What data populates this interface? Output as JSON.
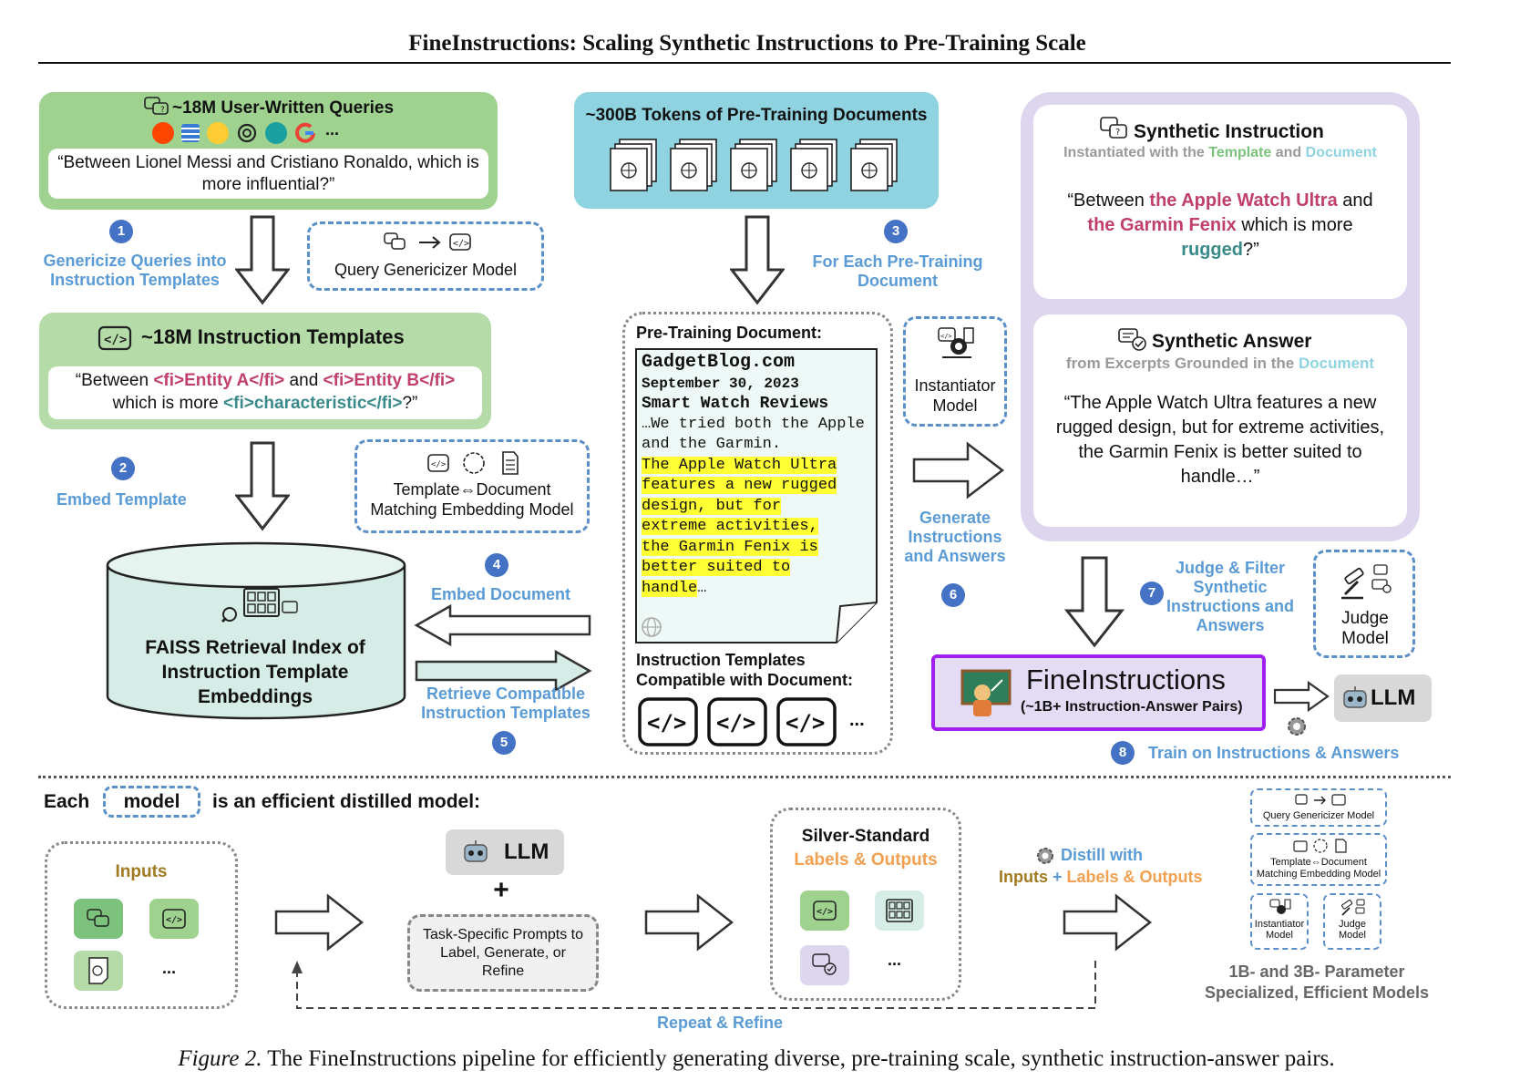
{
  "title": "FineInstructions: Scaling Synthetic Instructions to Pre-Training Scale",
  "caption": {
    "figure_label": "Figure 2.",
    "text": "The FineInstructions pipeline for efficiently generating diverse, pre-training scale, synthetic instruction-answer pairs."
  },
  "queries": {
    "heading": "~18M User-Written Queries",
    "example": "“Between Lionel Messi and Cristiano Ronaldo, which is more influential?”",
    "sources_more": "..."
  },
  "steps": {
    "s1": {
      "num": "1",
      "label": "Genericize Queries into Instruction Templates"
    },
    "s2": {
      "num": "2",
      "label": "Embed Template"
    },
    "s3": {
      "num": "3",
      "label": "For Each Pre-Training Document"
    },
    "s4": {
      "num": "4",
      "label": "Embed Document"
    },
    "s5": {
      "num": "5",
      "label": "Retrieve Compatible Instruction Templates"
    },
    "s6": {
      "num": "6",
      "label": "Generate Instructions and Answers"
    },
    "s7": {
      "num": "7",
      "label": "Judge & Filter Synthetic Instructions and Answers"
    },
    "s8": {
      "num": "8",
      "label": "Train on Instructions & Answers"
    }
  },
  "models": {
    "genericizer": "Query Genericizer Model",
    "matching": "Template⇔Document Matching Embedding Model",
    "instantiator": "Instantiator Model",
    "judge": "Judge Model"
  },
  "templates": {
    "heading": "~18M Instruction Templates",
    "line1_pre": "“Between ",
    "entity_a": "<fi>Entity A</fi>",
    "and": " and ",
    "entity_b": "<fi>Entity B</fi>",
    "line2_pre": "which is more ",
    "characteristic": "<fi>characteristic</fi>",
    "line2_post": "?”"
  },
  "faiss": {
    "label": "FAISS Retrieval Index of Instruction Template Embeddings"
  },
  "tokens": {
    "heading": "~300B Tokens of Pre-Training Documents"
  },
  "document": {
    "panel_label": "Pre-Training Document:",
    "site": "GadgetBlog.com",
    "date": "September 30, 2023",
    "headline": "Smart Watch Reviews",
    "intro": "…We tried both the Apple and the Garmin.",
    "highlight": [
      "The Apple Watch Ultra",
      "features a new rugged",
      "design, but for",
      "extreme activities,",
      "the Garmin Fenix is",
      "better suited to",
      "handle"
    ],
    "ellipsis": "…",
    "compatible_label": "Instruction Templates Compatible with Document:",
    "more": "..."
  },
  "synthetic_instruction": {
    "heading": "Synthetic Instruction",
    "sub_pre": "Instantiated with the ",
    "sub_template": "Template",
    "sub_and": " and ",
    "sub_document": "Document",
    "q_pre": "“Between ",
    "q_e1": "the Apple Watch Ultra",
    "q_and": " and ",
    "q_e2": "the Garmin Fenix",
    "q_mid": " which is more ",
    "q_char": "rugged",
    "q_end": "?”"
  },
  "synthetic_answer": {
    "heading": "Synthetic Answer",
    "sub_pre": "from Excerpts Grounded in the ",
    "sub_document": "Document",
    "text": "“The Apple Watch Ultra features a new rugged design, but for extreme activities, the Garmin Fenix is better suited to handle…”"
  },
  "fineinstructions": {
    "name": "FineInstructions",
    "sub": "(~1B+ Instruction-Answer Pairs)"
  },
  "llm": "LLM",
  "legend": {
    "each": "Each",
    "model_word": "model",
    "is_efficient": "is an efficient distilled model:",
    "inputs": "Inputs",
    "more": "...",
    "plus": "+",
    "task_prompts": "Task-Specific Prompts to Label, Generate, or Refine",
    "silver_title": "Silver-Standard",
    "silver_sub": "Labels & Outputs",
    "distill_with": "Distill with",
    "distill_inputs": "Inputs",
    "distill_plus": " + ",
    "distill_labels": "Labels & Outputs",
    "repeat": "Repeat & Refine",
    "small_genericizer": "Query Genericizer Model",
    "small_matching": "Template⇔Document Matching Embedding Model",
    "small_instantiator": "Instantiator Model",
    "small_judge": "Judge Model",
    "params": "1B- and 3B- Parameter Specialized, Efficient Models"
  },
  "colors": {
    "green": "#9fd18f",
    "cyan": "#8fd3e0",
    "lavender": "#ddd6ee",
    "purple_border": "#a020f0",
    "blue_label": "#5b9bd5",
    "pink_entity": "#c0406a",
    "teal_entity": "#3a8a8a",
    "highlight": "#ffff33"
  }
}
